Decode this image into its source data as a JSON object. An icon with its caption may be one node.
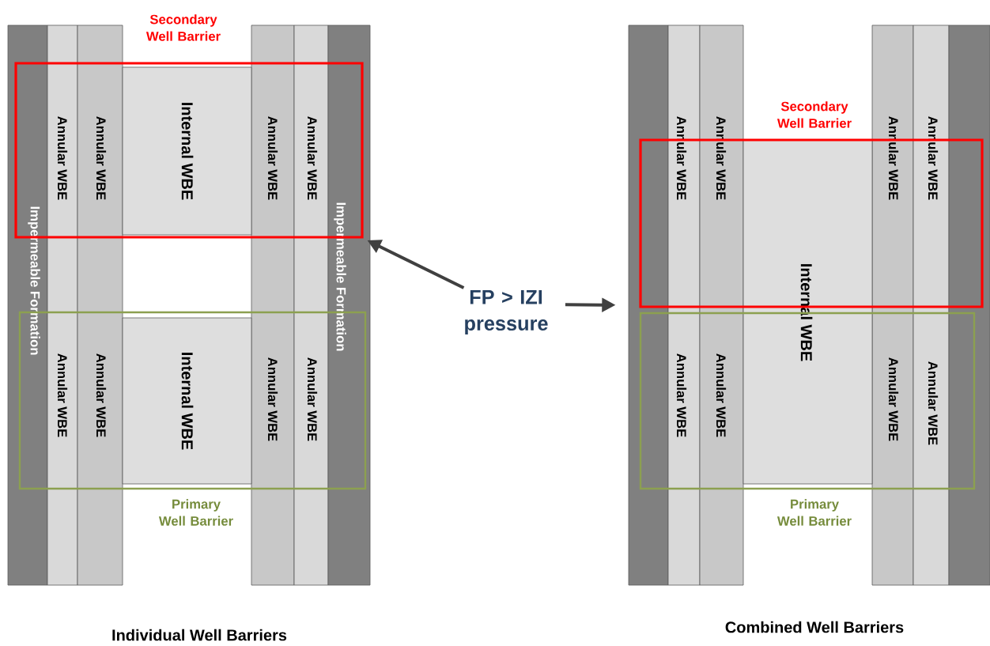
{
  "diagram": {
    "nodes": [
      {
        "text": [
          "Secondary Well Barrier"
        ]
      },
      {
        "text": [
          "Primary Well Barrier"
        ]
      },
      {
        "text": [
          "Impermeable Formation"
        ]
      },
      {
        "text": [
          "Annular WBE",
          "Annular WBE"
        ]
      },
      {
        "text": [
          "Annular WBE",
          "Annular WBE"
        ]
      },
      {
        "text": [
          "Internal WBE"
        ],
        "in": 0
      },
      {
        "text": [
          "Internal WBE"
        ],
        "in": 1
      },
      {
        "text": [
          "Annular WBE",
          "Annular WBE"
        ]
      },
      {
        "text": [
          "Annular WBE",
          "Annular WBE"
        ]
      },
      {
        "text": [
          "Impermeable Formation"
        ]
      },
      {
        "text": [
          "FP > IZI pressure"
        ]
      },
      {
        "text": [
          "Secondary Well Barrier"
        ]
      },
      {
        "text": [
          "Primary Well Barrier"
        ]
      },
      {
        "text": [],
        "shape": "bar"
      },
      {
        "text": [
          "Annular WBE",
          "Annular WBE"
        ]
      },
      {
        "text": [
          "Annular WBE",
          "Annular WBE"
        ]
      },
      {
        "text": [
          "Internal WBE"
        ]
      },
      {
        "text": [
          "Annular WBE",
          "Annular WBE"
        ]
      },
      {
        "text": [
          "Annular WBE",
          "Annular WBE"
        ]
      },
      {
        "text": [],
        "shape": "bar"
      }
    ],
    "edges": [
      {
        "from": 10,
        "to": 0,
        "arrow": "to"
      },
      {
        "from": 10,
        "to": 13,
        "arrow": "to"
      }
    ],
    "labels": [
      "Individual Well Barriers",
      "Combined Well Barriers"
    ]
  }
}
